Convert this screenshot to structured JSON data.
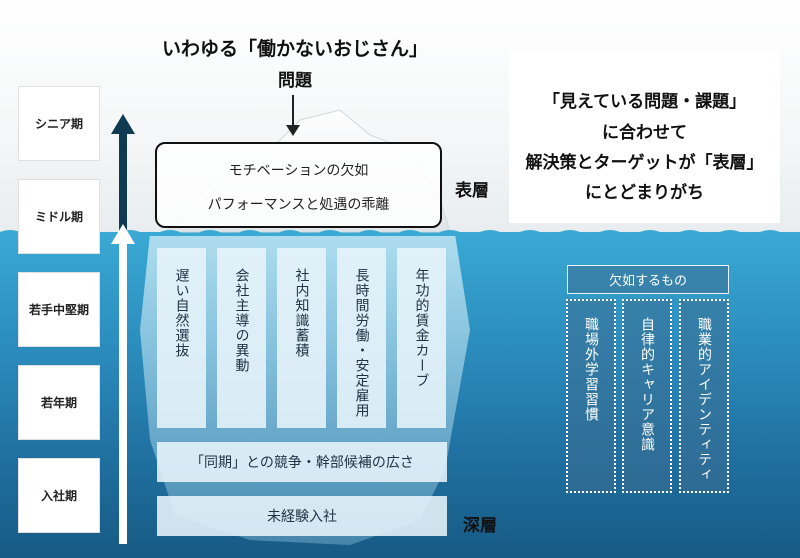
{
  "title": {
    "line1": "いわゆる「働かないおじさん」",
    "line2": "問題"
  },
  "surface_box": {
    "line1": "モチベーションの欠如",
    "line2": "パフォーマンスと処遇の乖離"
  },
  "layer_labels": {
    "surface": "表層",
    "deep": "深層"
  },
  "note": {
    "lines": [
      "「見えている問題・課題」",
      "に合わせて",
      "解決策とターゲットが「表層」",
      "にとどまりがち"
    ]
  },
  "career_stages": [
    "シニア期",
    "ミドル期",
    "若手中堅期",
    "若年期",
    "入社期"
  ],
  "pillars": [
    "遅い自然選抜",
    "会社主導の異動",
    "社内知識蓄積",
    "長時間労働・安定雇用",
    "年功的賃金カーブ"
  ],
  "base_bars": {
    "upper": "「同期」との競争・幹部候補の広さ",
    "lower": "未経験入社"
  },
  "lacking": {
    "title": "欠如するもの",
    "items": [
      "職場外学習習慣",
      "自律的キャリア意識",
      "職業的アイデンティティ"
    ]
  },
  "colors": {
    "sea_top": "#3aa9d4",
    "sea_bottom": "#175a85",
    "arrow_dark": "#0e3a52"
  }
}
